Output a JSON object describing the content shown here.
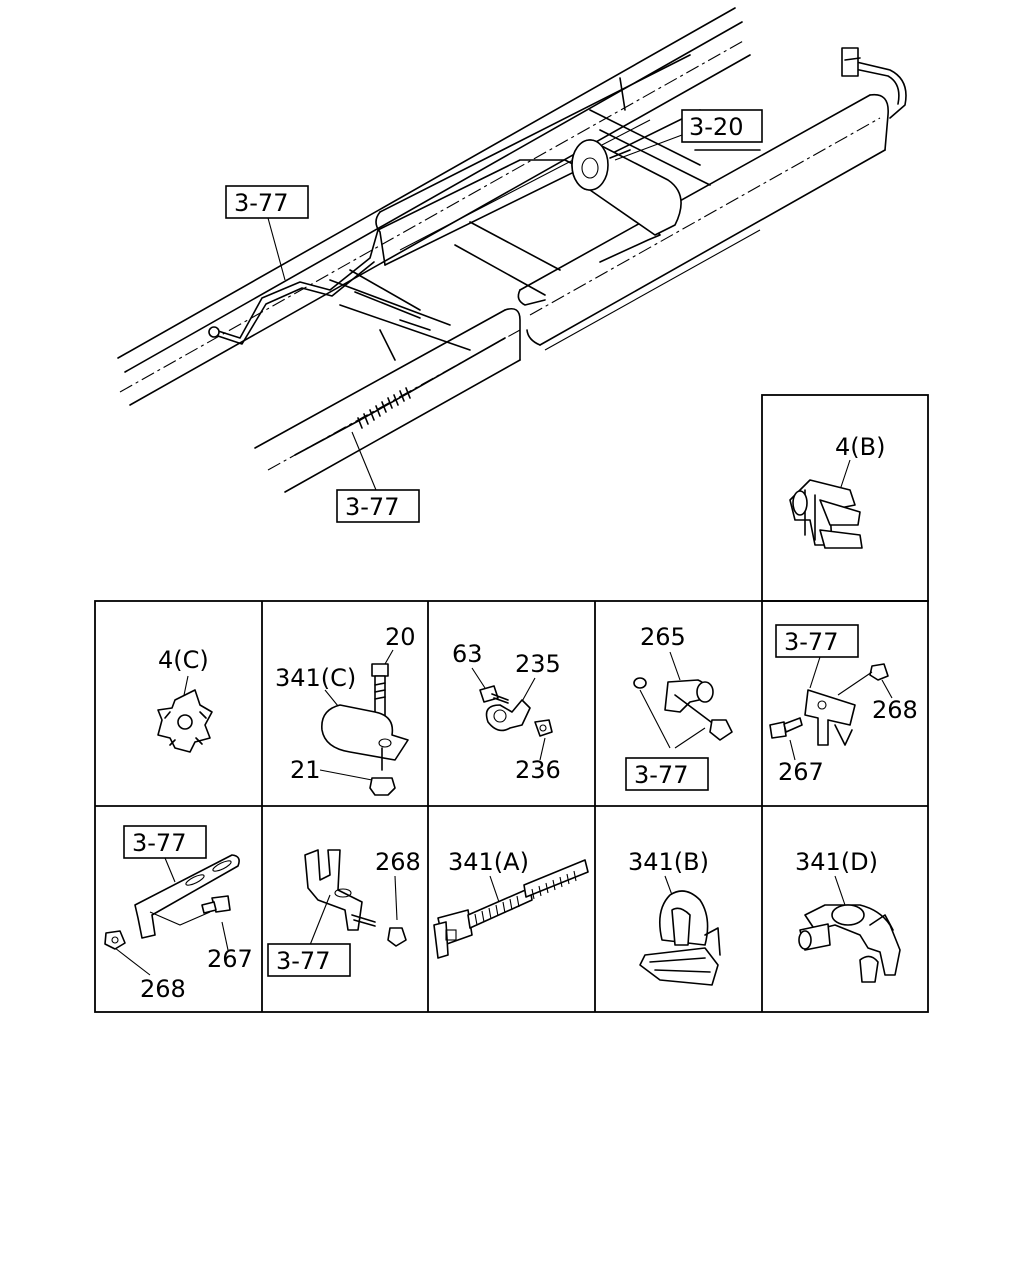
{
  "refs": {
    "r3_20": "3-20",
    "r3_77_top": "3-77",
    "r3_77_bottom": "3-77",
    "r3_77_c265": "3-77",
    "r3_77_c267": "3-77",
    "r3_77_bl": "3-77",
    "r3_77_bm": "3-77"
  },
  "labels": {
    "p4b": "4(B)",
    "p4c": "4(C)",
    "p20": "20",
    "p341c": "341(C)",
    "p21": "21",
    "p63": "63",
    "p235": "235",
    "p236": "236",
    "p265": "265",
    "p268a": "268",
    "p267a": "267",
    "p267b": "267",
    "p268b": "268",
    "p268c": "268",
    "p341a": "341(A)",
    "p341b": "341(B)",
    "p341d": "341(D)"
  }
}
